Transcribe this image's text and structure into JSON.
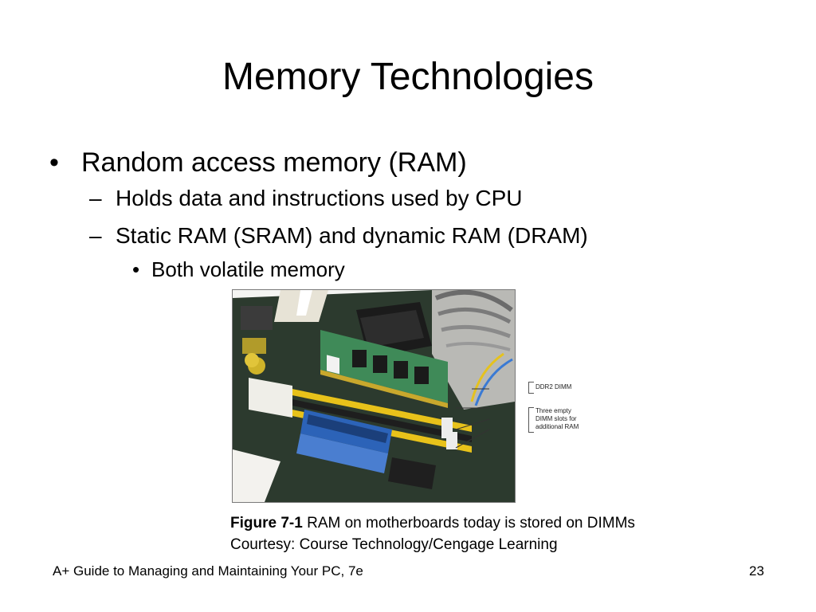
{
  "slide": {
    "title": "Memory Technologies",
    "bullets": {
      "level1": "Random access memory (RAM)",
      "level2": [
        "Holds data and instructions used by CPU",
        "Static RAM (SRAM) and dynamic RAM (DRAM)"
      ],
      "level3": "Both volatile memory"
    },
    "markers": {
      "bullet": "•",
      "dash": "–"
    }
  },
  "figure": {
    "callouts": {
      "dimm": "DDR2 DIMM",
      "slots_line1": "Three empty",
      "slots_line2": "DIMM slots for",
      "slots_line3": "additional RAM"
    },
    "caption_label": "Figure 7-1",
    "caption_text": " RAM on motherboards today is stored on DIMMs",
    "credit": "Courtesy: Course Technology/Cengage Learning",
    "colors": {
      "board": "#2c3a2e",
      "dimm_pcb": "#3f8a58",
      "slot_yellow": "#e8c21a",
      "slot_black": "#1e1e1e",
      "ide_blue": "#2c63b8",
      "heatsink": "#1b1b1b"
    }
  },
  "footer": {
    "book": "A+ Guide to Managing and Maintaining Your PC, 7e",
    "page": "23"
  }
}
